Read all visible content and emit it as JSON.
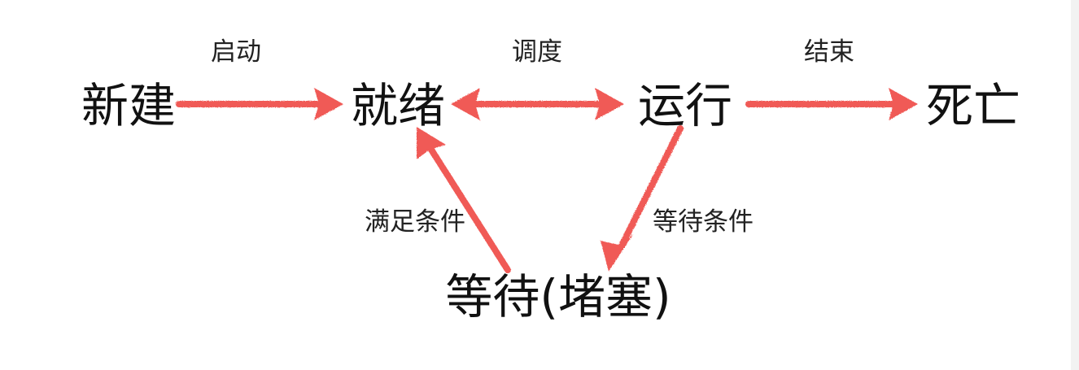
{
  "diagram": {
    "states": {
      "new": "新建",
      "ready": "就绪",
      "running": "运行",
      "dead": "死亡",
      "waiting": "等待(堵塞)"
    },
    "transitions": {
      "start": "启动",
      "schedule": "调度",
      "finish": "结束",
      "wait_condition": "等待条件",
      "condition_met": "满足条件"
    },
    "colors": {
      "arrow": "#f05a57",
      "text": "#111111",
      "background": "#ffffff"
    }
  }
}
